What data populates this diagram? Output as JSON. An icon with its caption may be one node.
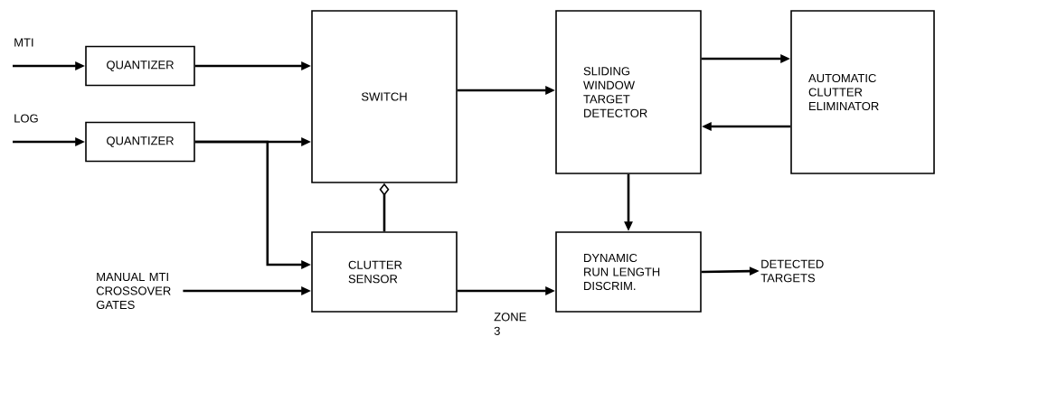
{
  "diagram": {
    "nodes": [
      {
        "text": [
          "MTI"
        ]
      },
      {
        "text": [
          "QUANTIZER"
        ]
      },
      {
        "text": [
          "LOG"
        ]
      },
      {
        "text": [
          "QUANTIZER"
        ]
      },
      {
        "text": [
          "SWITCH"
        ]
      },
      {
        "text": [
          "SLIDING WINDOW TARGET DETECTOR"
        ]
      },
      {
        "text": [
          "AUTOMATIC CLUTTER ELIMINATOR"
        ]
      },
      {
        "text": [
          "MANUAL MTI CROSSOVER GATES"
        ]
      },
      {
        "text": [
          "CLUTTER SENSOR"
        ]
      },
      {
        "text": [
          "DYNAMIC RUN LENGTH DISCRIM."
        ]
      },
      {
        "text": [
          "DETECTED TARGETS"
        ]
      }
    ],
    "edges": [
      {
        "from": 0,
        "to": 1,
        "arrow": "to"
      },
      {
        "from": 1,
        "to": 4,
        "arrow": "to"
      },
      {
        "from": 2,
        "to": 3,
        "arrow": "to"
      },
      {
        "from": 3,
        "to": 4,
        "arrow": "to"
      },
      {
        "from": 3,
        "to": 8,
        "arrow": "to"
      },
      {
        "from": 8,
        "to": 4,
        "arrow": "other"
      },
      {
        "from": 4,
        "to": 5,
        "arrow": "to"
      },
      {
        "from": 5,
        "to": 6,
        "arrow": "to"
      },
      {
        "from": 6,
        "to": 5,
        "arrow": "to"
      },
      {
        "from": 5,
        "to": 9,
        "arrow": "to"
      },
      {
        "from": 7,
        "to": 8,
        "arrow": "to"
      },
      {
        "from": 8,
        "to": 9,
        "arrow": "to",
        "label": "ZONE 3"
      },
      {
        "from": 9,
        "to": 10,
        "arrow": "to"
      }
    ]
  }
}
